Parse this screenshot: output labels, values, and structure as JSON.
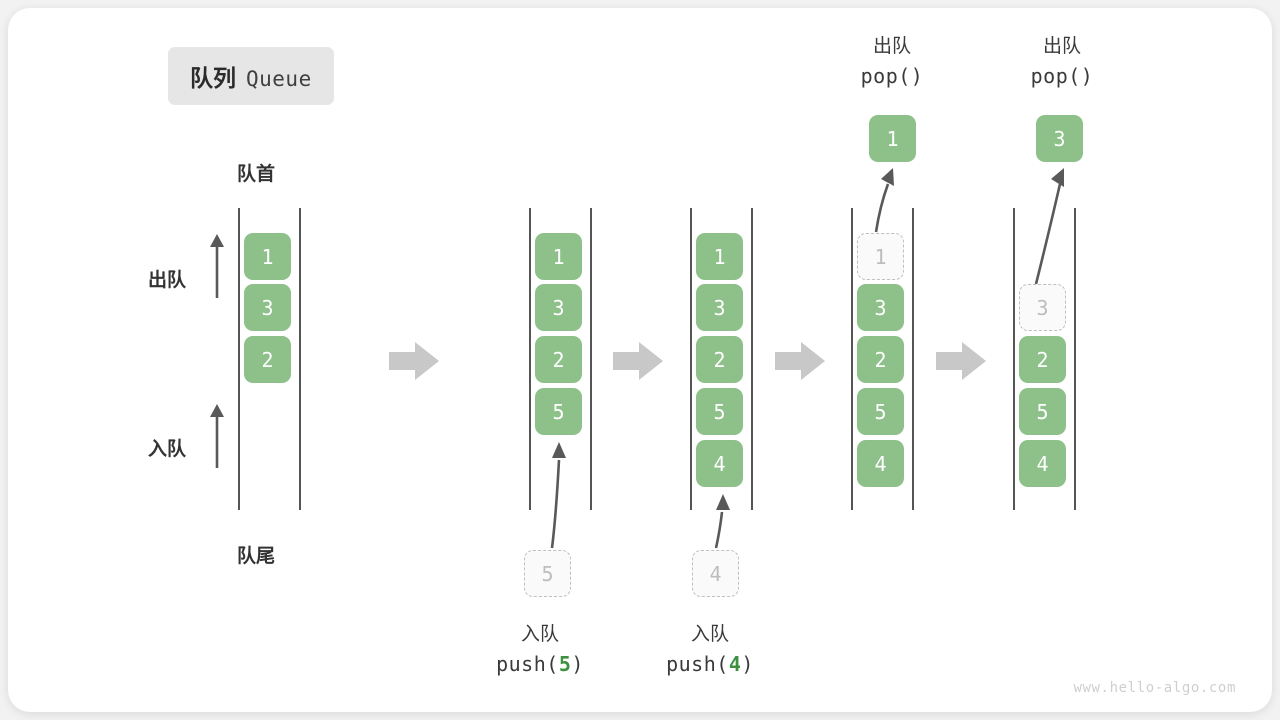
{
  "title": {
    "cn": "队列",
    "en": "Queue"
  },
  "labels": {
    "front": "队首",
    "rear": "队尾",
    "dequeue": "出队",
    "enqueue": "入队"
  },
  "colors": {
    "cell_green": "#8ec18a",
    "accent_green": "#3f9142",
    "ghost_border": "#bfbfbf",
    "ghost_text": "#bdbdbd",
    "rail": "#555555",
    "arrow": "#595959",
    "step_arrow": "#c8c8c8",
    "badge_bg": "#e6e6e6",
    "text": "#333333"
  },
  "columns": [
    {
      "name": "initial-queue",
      "cells": [
        {
          "value": "1",
          "state": "filled"
        },
        {
          "value": "3",
          "state": "filled"
        },
        {
          "value": "2",
          "state": "filled"
        }
      ]
    },
    {
      "name": "after-push-5",
      "cells": [
        {
          "value": "1",
          "state": "filled"
        },
        {
          "value": "3",
          "state": "filled"
        },
        {
          "value": "2",
          "state": "filled"
        },
        {
          "value": "5",
          "state": "filled"
        }
      ],
      "incoming": {
        "value": "5",
        "state": "ghost"
      }
    },
    {
      "name": "after-push-4",
      "cells": [
        {
          "value": "1",
          "state": "filled"
        },
        {
          "value": "3",
          "state": "filled"
        },
        {
          "value": "2",
          "state": "filled"
        },
        {
          "value": "5",
          "state": "filled"
        },
        {
          "value": "4",
          "state": "filled"
        }
      ],
      "incoming": {
        "value": "4",
        "state": "ghost"
      }
    },
    {
      "name": "after-pop-1",
      "cells": [
        {
          "value": "1",
          "state": "ghost"
        },
        {
          "value": "3",
          "state": "filled"
        },
        {
          "value": "2",
          "state": "filled"
        },
        {
          "value": "5",
          "state": "filled"
        },
        {
          "value": "4",
          "state": "filled"
        }
      ],
      "outgoing": {
        "value": "1",
        "state": "filled"
      }
    },
    {
      "name": "after-pop-3",
      "cells": [
        {
          "value": "3",
          "state": "ghost"
        },
        {
          "value": "2",
          "state": "filled"
        },
        {
          "value": "5",
          "state": "filled"
        },
        {
          "value": "4",
          "state": "filled"
        }
      ],
      "outgoing": {
        "value": "3",
        "state": "filled"
      }
    }
  ],
  "operations": {
    "push_5": {
      "cn": "入队",
      "fn": "push(",
      "arg": "5",
      "close": ")"
    },
    "push_4": {
      "cn": "入队",
      "fn": "push(",
      "arg": "4",
      "close": ")"
    },
    "pop_1": {
      "cn": "出队",
      "code": "pop()"
    },
    "pop_2": {
      "cn": "出队",
      "code": "pop()"
    }
  },
  "watermark": "www.hello-algo.com"
}
